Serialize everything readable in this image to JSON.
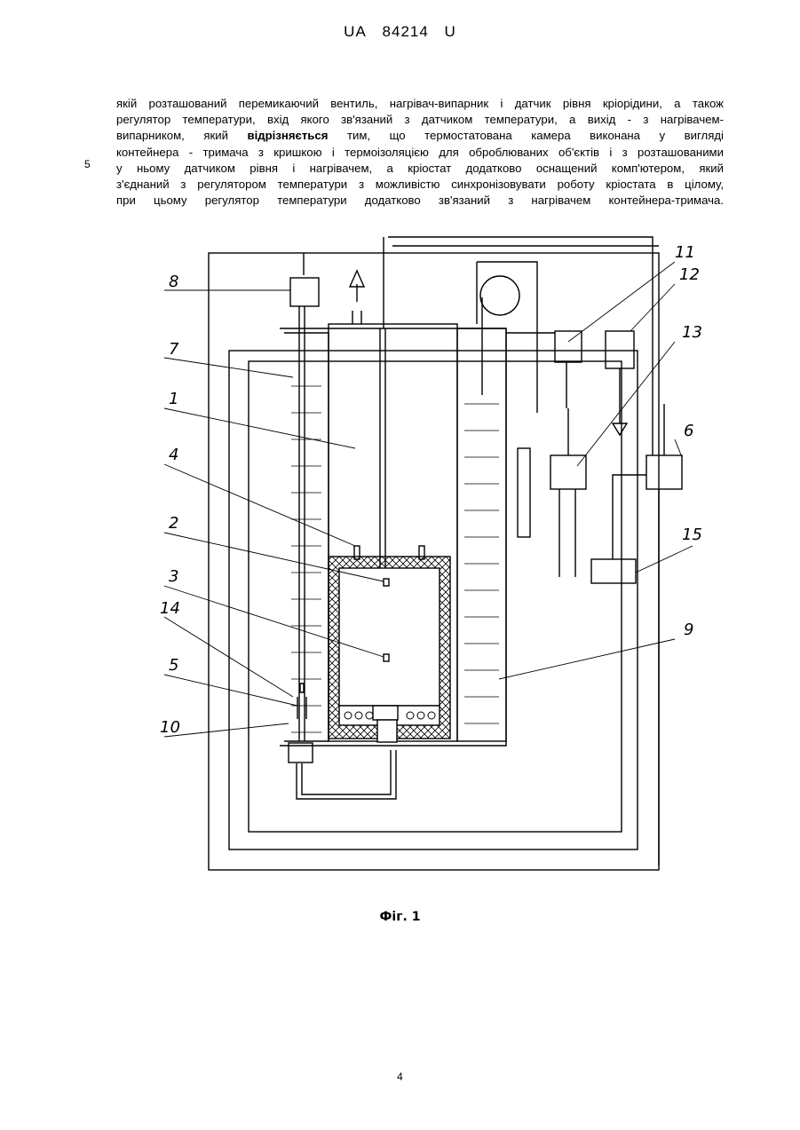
{
  "header": {
    "country": "UA",
    "number": "84214",
    "kind": "U"
  },
  "body": {
    "line_number": "5",
    "lines": [
      {
        "parts": [
          {
            "text": "якій розташований перемикаючий вентиль, нагрівач-випарник і датчик рівня кріорідини, а також",
            "bold": false
          }
        ]
      },
      {
        "parts": [
          {
            "text": "регулятор температури, вхід якого зв'язаний з датчиком температури, а вихід - з нагрівачем-",
            "bold": false
          }
        ]
      },
      {
        "parts": [
          {
            "text": "випарником, який ",
            "bold": false
          },
          {
            "text": "відрізняється",
            "bold": true
          },
          {
            "text": " тим, що термостатована камера виконана у вигляді",
            "bold": false
          }
        ]
      },
      {
        "parts": [
          {
            "text": "контейнера - тримача з кришкою і термоізоляцією для оброблюваних об'єктів і з розташованими",
            "bold": false
          }
        ]
      },
      {
        "parts": [
          {
            "text": "у ньому датчиком рівня і нагрівачем, а кріостат додатково оснащений комп'ютером, який",
            "bold": false
          }
        ]
      },
      {
        "parts": [
          {
            "text": "з'єднаний з регулятором температури з можливістю синхронізовувати роботу кріостата в цілому,",
            "bold": false
          }
        ]
      },
      {
        "parts": [
          {
            "text": "при цьому регулятор температури додатково зв'язаний з нагрівачем контейнера-тримача.",
            "bold": false
          }
        ]
      }
    ]
  },
  "figure": {
    "labels": [
      "8",
      "7",
      "1",
      "4",
      "2",
      "3",
      "14",
      "5",
      "10",
      "11",
      "12",
      "13",
      "6",
      "15",
      "9"
    ],
    "caption": "Фіг. 1"
  },
  "page_number": "4"
}
